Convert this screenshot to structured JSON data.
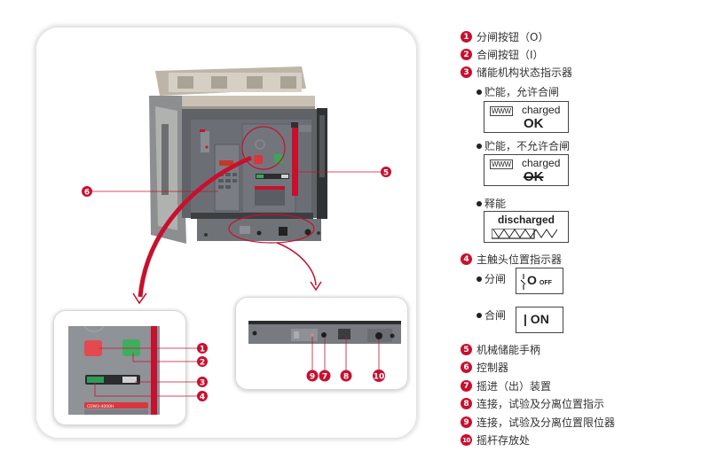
{
  "colors": {
    "accent_red": "#c8102e",
    "breaker_gray": "#6d7178",
    "button_red": "#d9353a",
    "button_green": "#3aa655",
    "casing_beige": "#c9c2b4"
  },
  "diagram": {
    "title_subject": "Air circuit breaker component diagram",
    "main_callouts": [
      "5",
      "6"
    ],
    "left_detail_callouts": [
      "1",
      "2",
      "3",
      "4"
    ],
    "right_detail_callouts": [
      "9",
      "7",
      "8",
      "10"
    ],
    "left_detail_label": "CDW3-4000H"
  },
  "legend": {
    "items": [
      {
        "num": "1",
        "label": "分闸按钮（O）"
      },
      {
        "num": "2",
        "label": "合闸按钮（I）"
      },
      {
        "num": "3",
        "label": "储能机构状态指示器"
      },
      {
        "num": "4",
        "label": "主触头位置指示器"
      },
      {
        "num": "5",
        "label": "机械储能手柄"
      },
      {
        "num": "6",
        "label": "控制器"
      },
      {
        "num": "7",
        "label": "摇进（出）装置"
      },
      {
        "num": "8",
        "label": "连接，试验及分离位置指示"
      },
      {
        "num": "9",
        "label": "连接，试验及分离位置限位器"
      },
      {
        "num": "10",
        "label": "摇杆存放处"
      }
    ],
    "energy_states": [
      {
        "label": "贮能，允许合闸",
        "indicator_tag": "WWW",
        "indicator_text": "charged",
        "status": "OK",
        "struck": false
      },
      {
        "label": "贮能，不允许合闸",
        "indicator_tag": "WWW",
        "indicator_text": "charged",
        "status": "OK",
        "struck": true
      },
      {
        "label": "释能",
        "indicator_text": "discharged"
      }
    ],
    "contact_states": [
      {
        "label": "分闸",
        "indicator_text": "O",
        "indicator_sub": "OFF"
      },
      {
        "label": "合闸",
        "indicator_text": "| ON"
      }
    ]
  }
}
